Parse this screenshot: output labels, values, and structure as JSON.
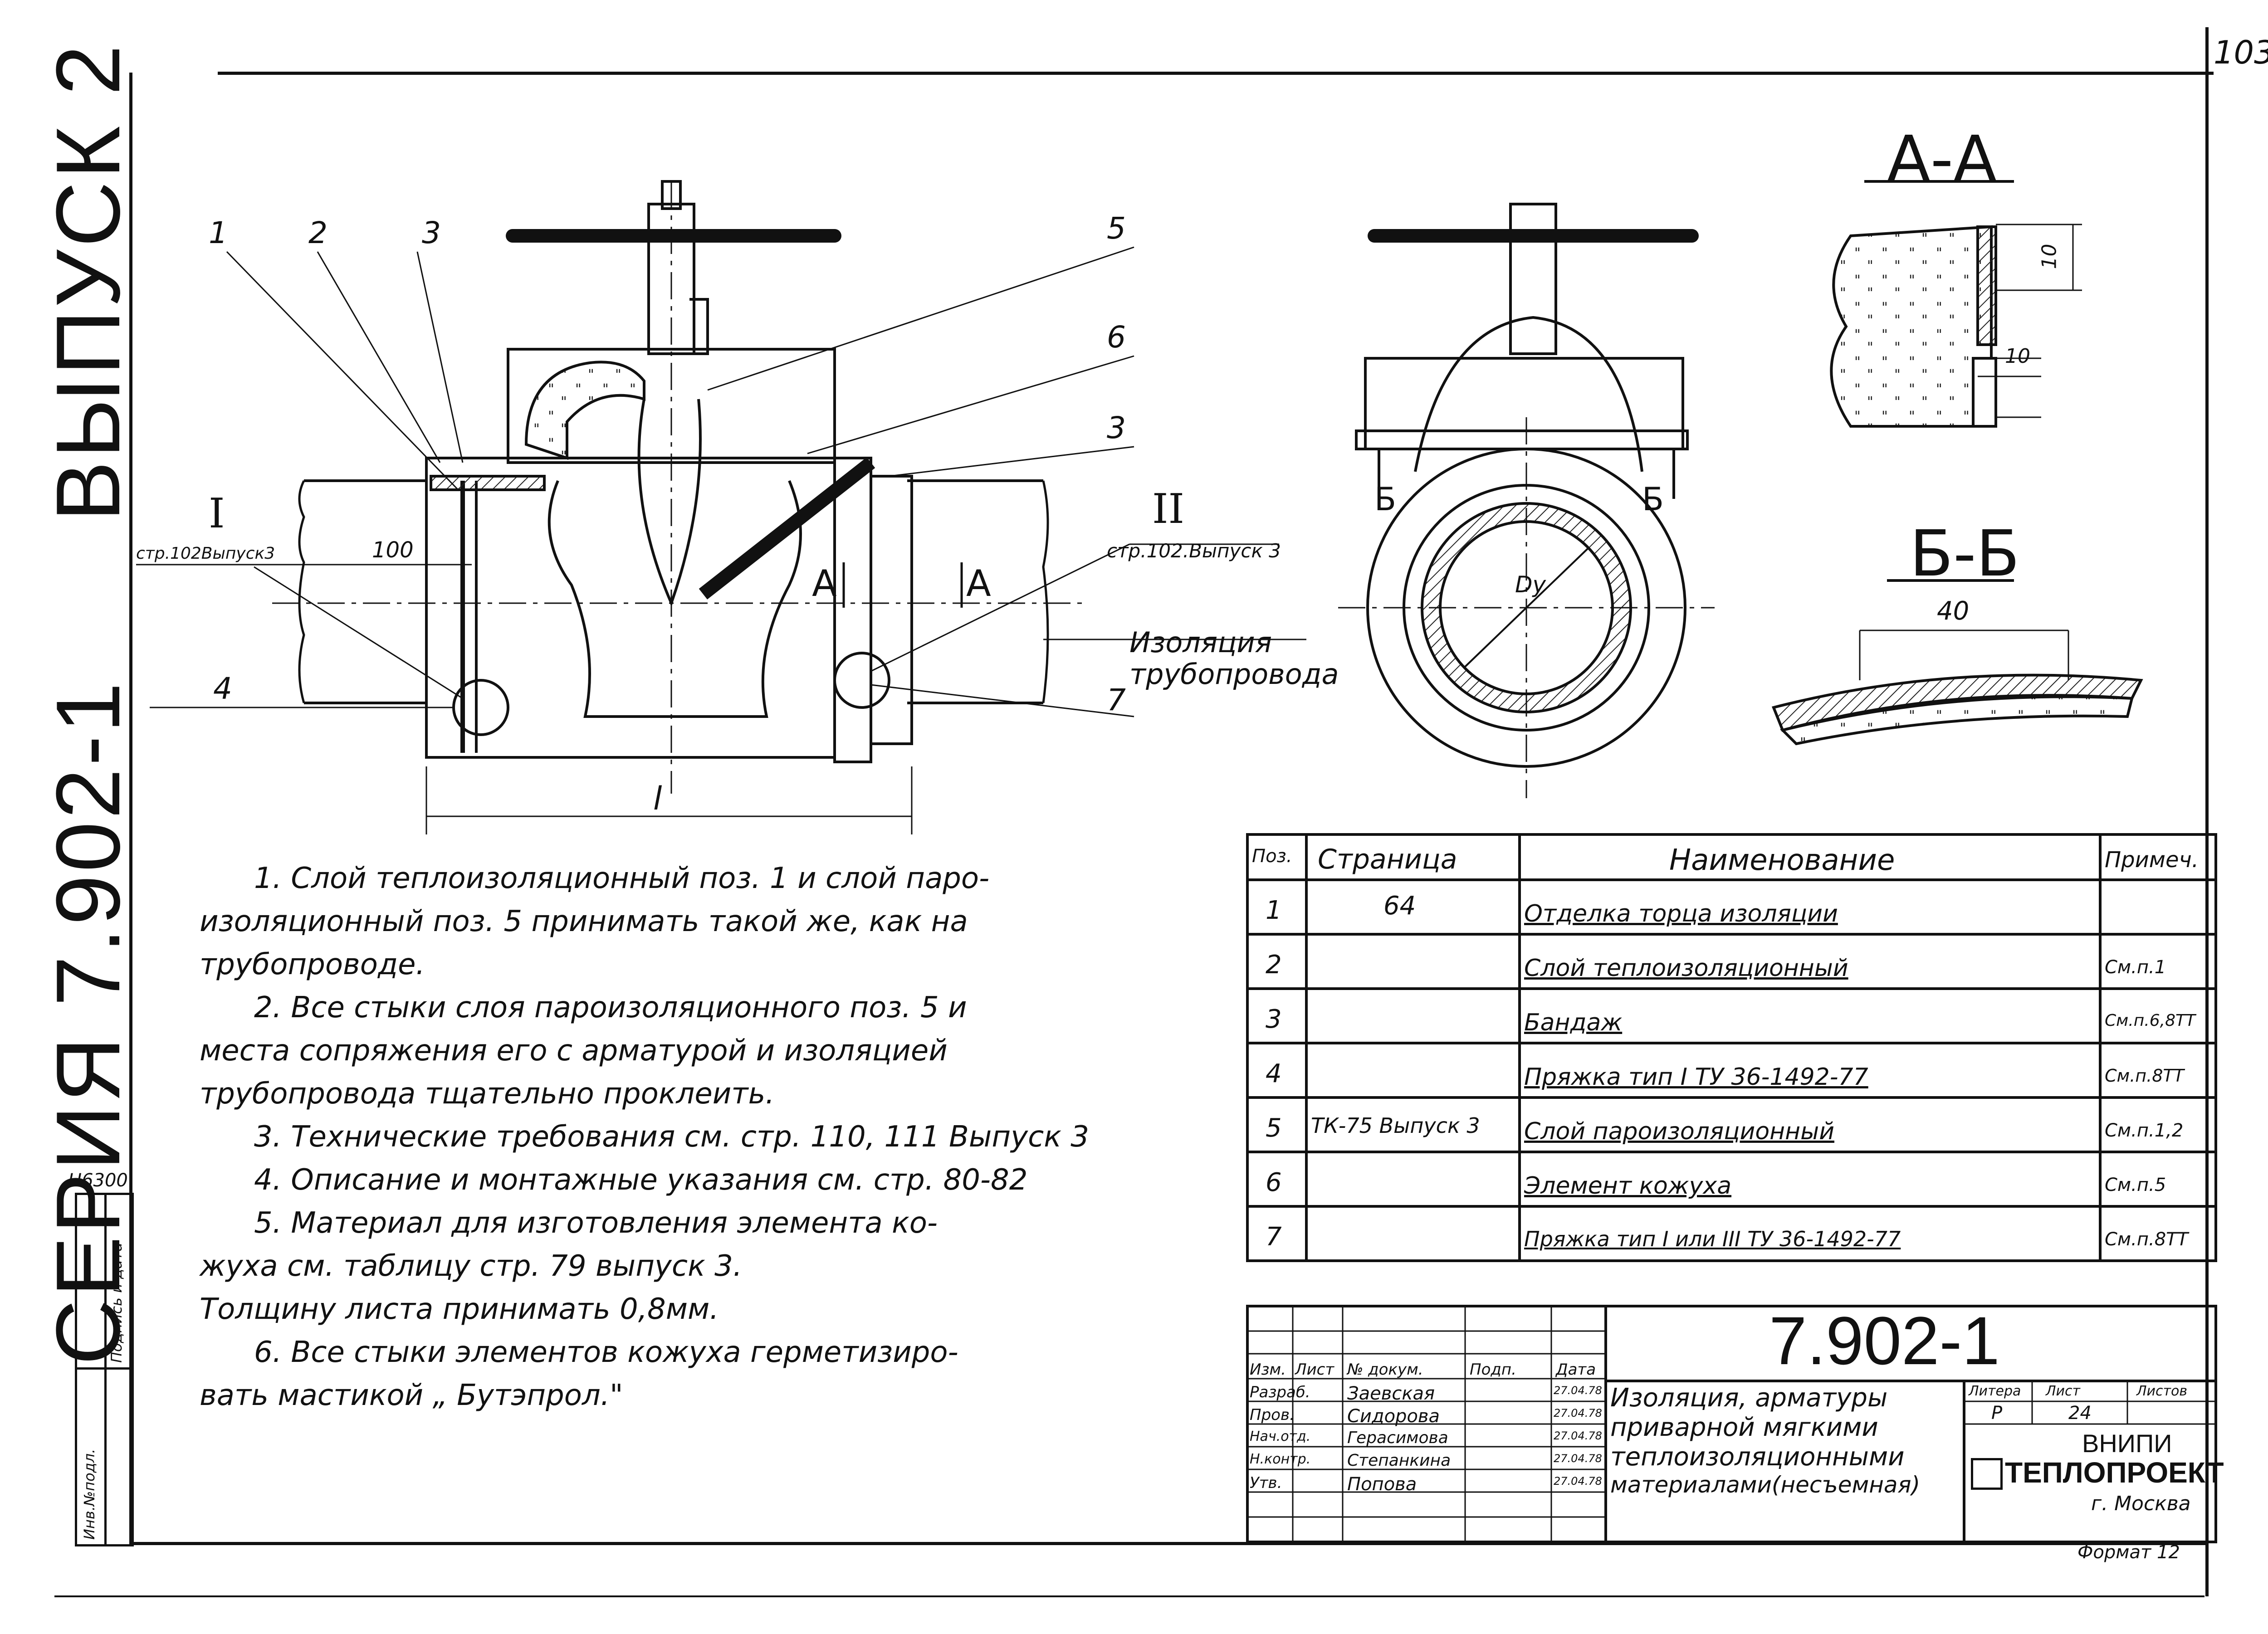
{
  "page_number": "103",
  "series_label": "СЕРИЯ 7.902-1",
  "issue_label": "ВЫПУСК 2",
  "code_label": "Н6300",
  "margin_stamp": {
    "inv": "Инв.№подл.",
    "sign_date": "Подпись и дата"
  },
  "drawing": {
    "callouts": [
      "1",
      "2",
      "3",
      "4",
      "5",
      "6",
      "3",
      "7"
    ],
    "section_I": "I",
    "section_I_ref": "стр.102Выпуск3",
    "section_II": "II",
    "section_II_ref": "стр.102.Выпуск 3",
    "dim_100": "100",
    "dim_l": "l",
    "cut_A_left": "А",
    "cut_A_right": "А",
    "cut_B_left": "Б",
    "cut_B_right": "Б",
    "dim_Du": "Dу",
    "pipe_insulation": [
      "Изоляция",
      "трубопровода"
    ],
    "view_AA": "А-А",
    "view_BB": "Б-Б",
    "dim_10_a": "10",
    "dim_10_b": "10",
    "dim_40": "40"
  },
  "notes": [
    "1. Слой   теплоизоляционный  поз. 1  и слой паро-",
    "изоляционный  поз. 5  принимать  такой  же, как на",
    "трубопроводе.",
    "2. Все  стыки  слоя  пароизоляционного поз. 5  и",
    "места  сопряжения  его с арматурой и изоляцией",
    "трубопровода  тщательно  проклеить.",
    "3. Технические  требования см. стр. 110, 111 Выпуск 3",
    "4. Описание  и  монтажные  указания см. стр. 80-82",
    "5. Материал  для  изготовления  элемента ко-",
    "жуха  см. таблицу  стр. 79  выпуск 3.",
    "Толщину   листа  принимать  0,8мм.",
    "6. Все  стыки  элементов  кожуха  герметизиро-",
    "вать  мастикой „ Бутэпрол.\""
  ],
  "spec_table": {
    "headers": [
      "Поз.",
      "Страница",
      "Наименование",
      "Примеч."
    ],
    "rows": [
      [
        "1",
        "64",
        "Отделка торца изоляции",
        ""
      ],
      [
        "2",
        "",
        "Слой теплоизоляционный",
        "См.п.1"
      ],
      [
        "3",
        "",
        "Бандаж",
        "См.п.6,8ТТ"
      ],
      [
        "4",
        "",
        "Пряжка тип I  ТУ 36-1492-77",
        "См.п.8ТТ"
      ],
      [
        "5",
        "ТК-75 Выпуск 3",
        "Слой пароизоляционный",
        "См.п.1,2"
      ],
      [
        "6",
        "",
        "Элемент кожуха",
        "См.п.5"
      ],
      [
        "7",
        "",
        "Пряжка тип I или III ТУ 36-1492-77",
        "См.п.8ТТ"
      ]
    ]
  },
  "title_block": {
    "doc_number": "7.902-1",
    "head": [
      "Изм.",
      "Лист",
      "№ докум.",
      "Подп.",
      "Дата"
    ],
    "roles": [
      [
        "Разраб.",
        "Заевская",
        "",
        "27.04.78"
      ],
      [
        "Пров.",
        "Сидорова",
        "",
        "27.04.78"
      ],
      [
        "Нач.отд.",
        "Герасимова",
        "",
        "27.04.78"
      ],
      [
        "Н.контр.",
        "Степанкина",
        "",
        "27.04.78"
      ],
      [
        "Утв.",
        "Попова",
        "",
        "27.04.78"
      ]
    ],
    "title_lines": [
      "Изоляция, арматуры",
      "приварной  мягкими",
      "теплоизоляционными",
      "материалами(несъемная)"
    ],
    "litera_head": "Литера",
    "sheet_head": "Лист",
    "sheets_head": "Листов",
    "litera": "Р",
    "sheet": "24",
    "org_line1": "ВНИПИ",
    "org_line2": "ТЕПЛОПРОЕКТ",
    "org_city": "г. Москва",
    "format": "Формат 12"
  },
  "colors": {
    "ink": "#111111",
    "paper": "#ffffff",
    "hatch": "#222222"
  }
}
